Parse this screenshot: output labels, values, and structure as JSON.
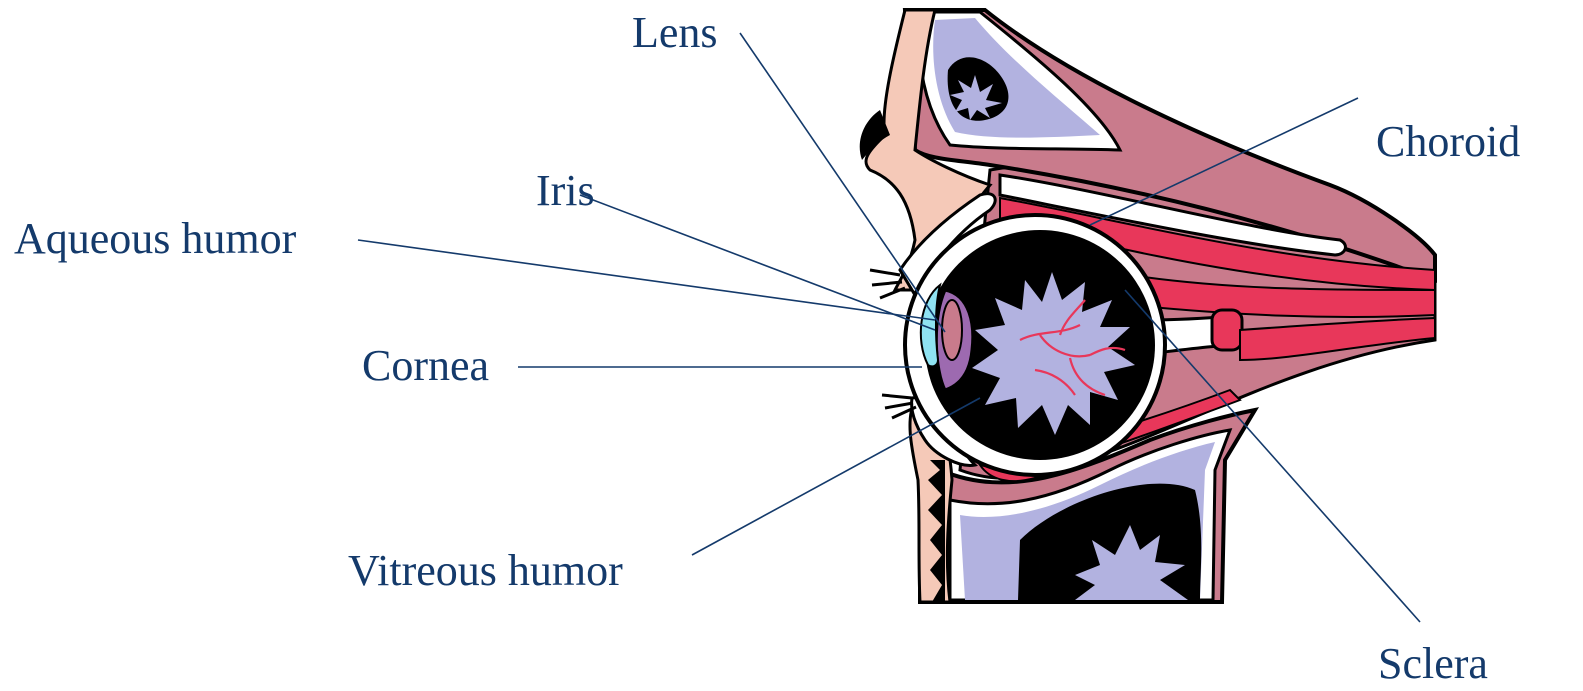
{
  "labels": {
    "lens": "Lens",
    "iris": "Iris",
    "aqueous_humor": "Aqueous humor",
    "cornea": "Cornea",
    "vitreous_humor": "Vitreous humor",
    "choroid": "Choroid",
    "sclera": "Sclera"
  },
  "colors": {
    "label_text": "#143a6b",
    "bone": "#b2b2e0",
    "tissue": "#c97b8c",
    "skin": "#f5c9b8",
    "muscle": "#e8375a",
    "eyeball_interior": "#b2b2e0",
    "cornea": "#8fe3f2",
    "outline": "#000000"
  }
}
